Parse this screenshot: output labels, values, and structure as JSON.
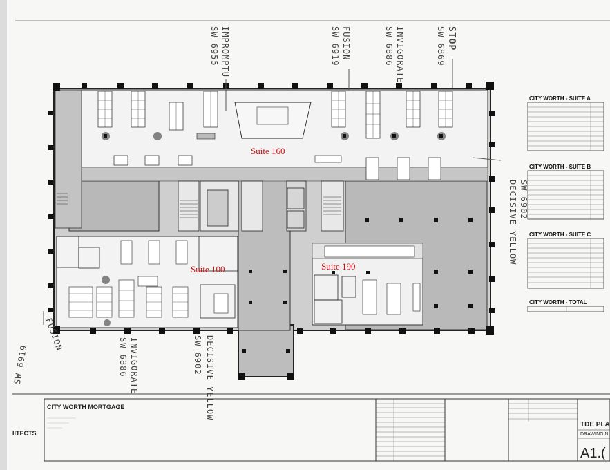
{
  "suites": {
    "s160": "Suite 160",
    "s100": "Suite 100",
    "s190": "Suite 190"
  },
  "annotations": {
    "improm": "IMPROMPTU",
    "improm_code": "SW 6955",
    "fusion_top": "FUSION",
    "fusion_top_code": "SW 6919",
    "invig_top": "INVIGORATE",
    "invig_top_code": "SW 6886",
    "stop": "STOP",
    "stop_code": "SW 6869",
    "decisive_right": "DECISIVE YELLOW",
    "decisive_right_code": "SW 6902",
    "fusion_bottom": "FUSION",
    "fusion_bottom_code": "SW 6919",
    "invig_bottom": "INVIGORATE",
    "invig_bottom_code": "SW 6886",
    "decisive_bottom": "DECISIVE YELLOW",
    "decisive_bottom_code": "SW 6902"
  },
  "schedules": {
    "a_title": "CITY WORTH - SUITE A",
    "b_title": "CITY WORTH - SUITE B",
    "c_title": "CITY WORTH - SUITE C",
    "total_title": "CITY WORTH - TOTAL"
  },
  "title_block": {
    "architects": "IITECTS",
    "project": "CITY WORTH MORTGAGE",
    "sheet_title": "TDE PLAN",
    "drawing_no_label": "DRAWING N",
    "sheet_number": "A1.("
  },
  "colors": {
    "suite_label": "#cc1111",
    "pencil": "#444444",
    "floor_fill": "#bdbdbd"
  }
}
